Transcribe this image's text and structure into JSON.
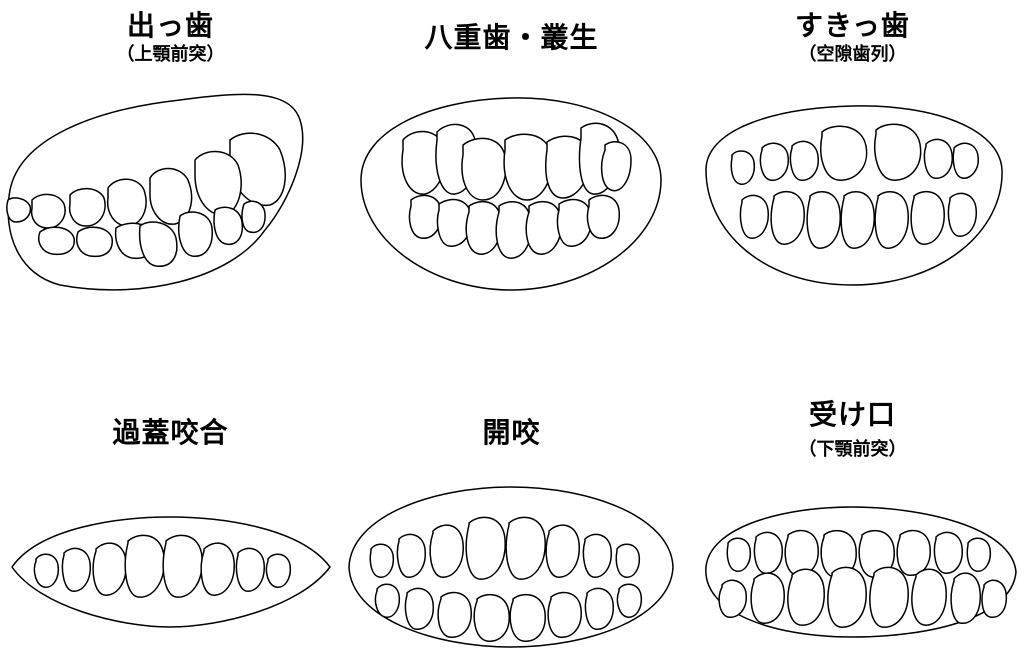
{
  "diagrams": [
    {
      "title": "出っ歯",
      "subtitle": "（上顎前突）"
    },
    {
      "title": "八重歯・叢生",
      "subtitle": ""
    },
    {
      "title": "すきっ歯",
      "subtitle": "（空隙歯列）"
    },
    {
      "title": "過蓋咬合",
      "subtitle": ""
    },
    {
      "title": "開咬",
      "subtitle": ""
    },
    {
      "title": "受け口",
      "subtitle": "（下顎前突）"
    }
  ]
}
